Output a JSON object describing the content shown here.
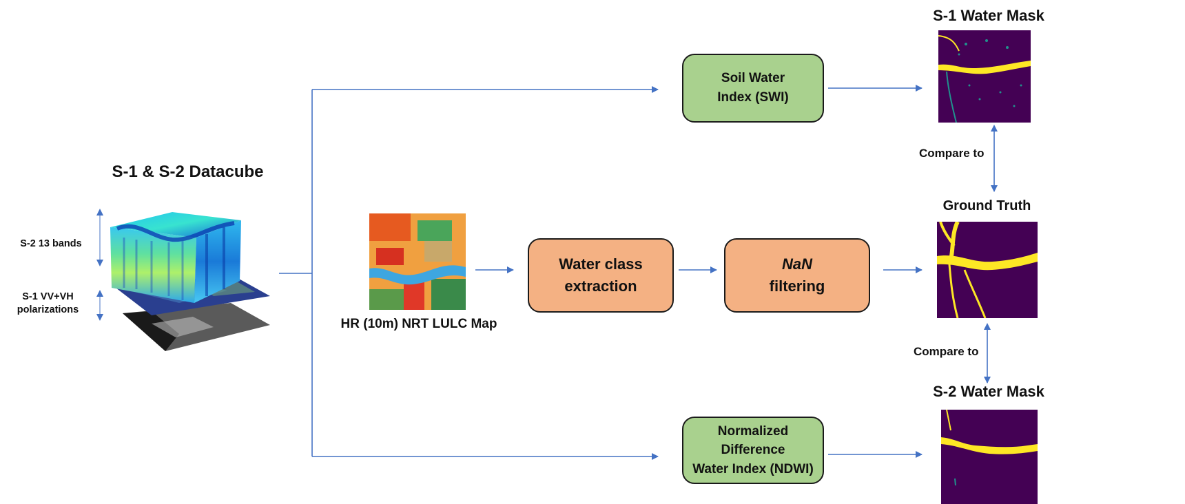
{
  "datacube": {
    "title": "S-1 & S-2 Datacube",
    "s2_label": "S-2  13 bands",
    "s1_label_line1": "S-1 VV+VH",
    "s1_label_line2": "polarizations"
  },
  "lulc": {
    "caption": "HR (10m) NRT LULC Map"
  },
  "boxes": {
    "swi": {
      "line1": "Soil Water",
      "line2": "Index (SWI)"
    },
    "water_class": {
      "line1": "Water class",
      "line2": "extraction"
    },
    "nan": {
      "line1": "NaN",
      "line2": "filtering"
    },
    "ndwi": {
      "line1": "Normalized",
      "line2": "Difference",
      "line3": "Water Index (NDWI)"
    }
  },
  "outputs": {
    "s1_mask_title": "S-1 Water Mask",
    "ground_truth_title": "Ground Truth",
    "s2_mask_title": "S-2 Water Mask",
    "compare_top": "Compare to",
    "compare_bottom": "Compare to"
  },
  "colors": {
    "arrow": "#4472c4",
    "green_box": "#a9d18e",
    "orange_box": "#f4b183",
    "mask_bg": "#440154",
    "mask_water": "#fde725",
    "mask_teal": "#21918c"
  }
}
